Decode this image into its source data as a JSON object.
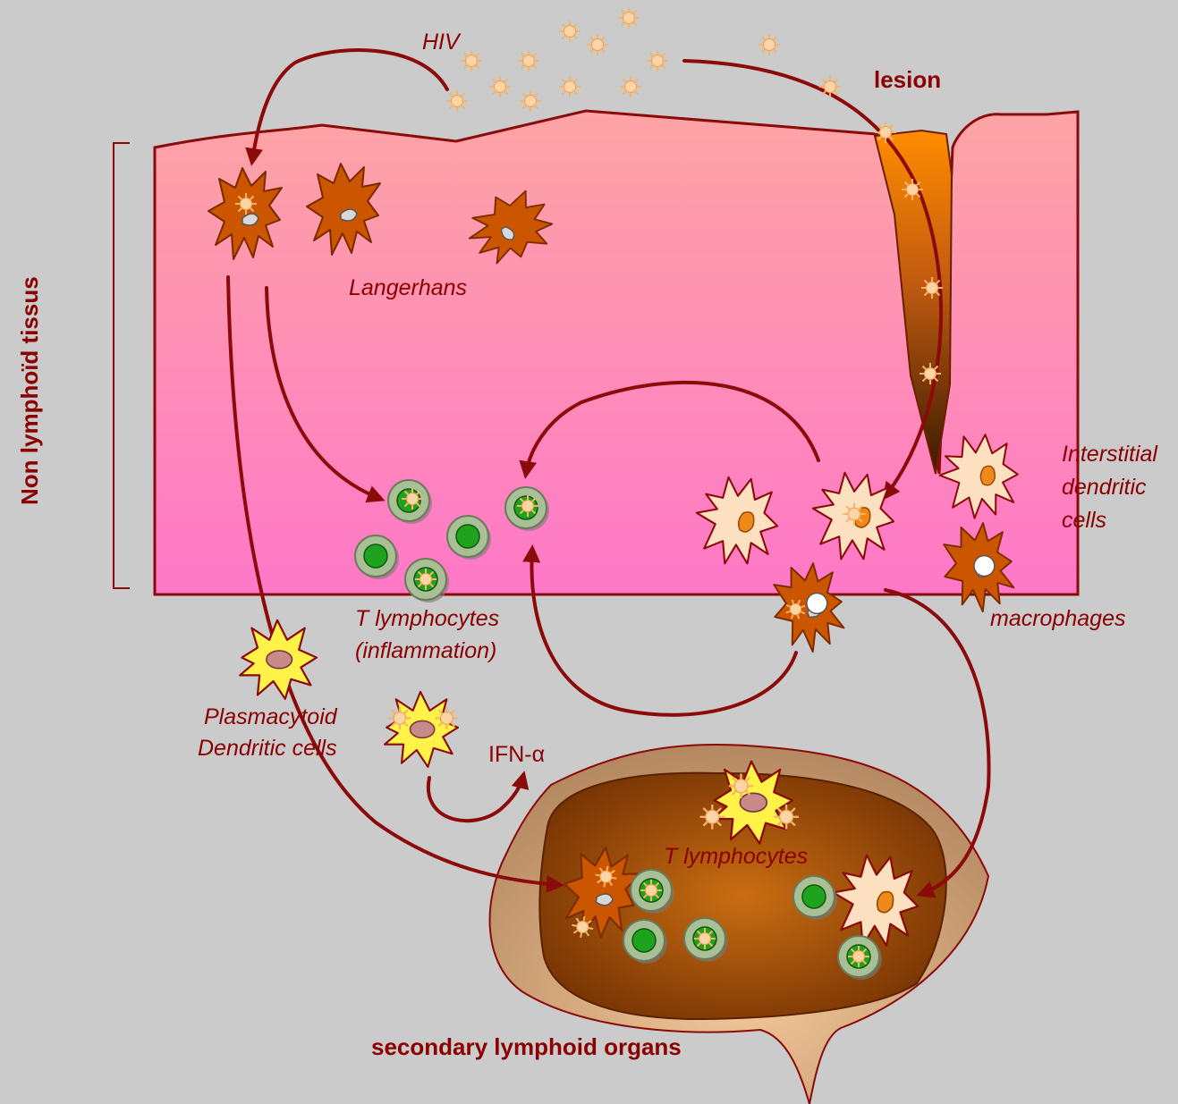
{
  "labels": {
    "hiv": "HIV",
    "lesion": "lesion",
    "langerhans": "Langerhans",
    "interstitial_line1": "Interstitial",
    "interstitial_line2": "dendritic",
    "interstitial_line3": "cells",
    "macrophages": "macrophages",
    "t_lymph_line1": "T lymphocytes",
    "t_lymph_line2": "(inflammation)",
    "plasmacytoid_line1": "Plasmacytoid",
    "plasmacytoid_line2": "Dendritic cells",
    "ifn": "IFN-α",
    "t_lymph_organ": "T lymphocytes",
    "secondary": "secondary lymphoid organs",
    "side_label": "Non lymphoïd tissus"
  },
  "colors": {
    "background": "#cbcbcb",
    "tissue_top": "#fda4a4",
    "tissue_bottom": "#ff78c8",
    "arrow": "#8b0a0a",
    "text": "#8b0000",
    "langerhans_cell": "#cc5500",
    "interstitial_cell": "#fde0c0",
    "pdc_cell": "#fff34a",
    "t_cell_outer": "#a9bf95",
    "t_cell_inner": "#1fa31f",
    "organ_outer": "#c9986a",
    "organ_inner": "#b8560a",
    "virus": "#f7b46a"
  }
}
